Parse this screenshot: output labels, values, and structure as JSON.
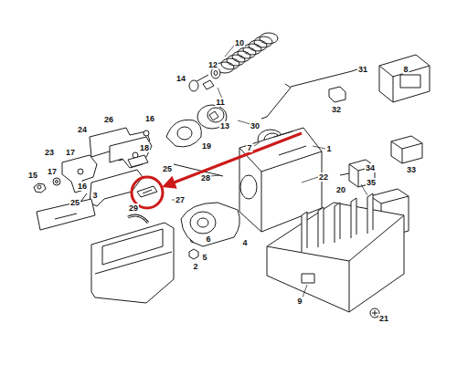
{
  "diagram": {
    "labels": [
      "10",
      "12",
      "31",
      "8",
      "14",
      "11",
      "13",
      "30",
      "32",
      "7",
      "33",
      "24",
      "26",
      "16",
      "19",
      "1",
      "34",
      "22",
      "23",
      "17",
      "16",
      "18",
      "28",
      "25",
      "15",
      "17",
      "25",
      "27",
      "3",
      "29",
      "6",
      "4",
      "5",
      "2",
      "20",
      "35",
      "9",
      "21"
    ]
  }
}
